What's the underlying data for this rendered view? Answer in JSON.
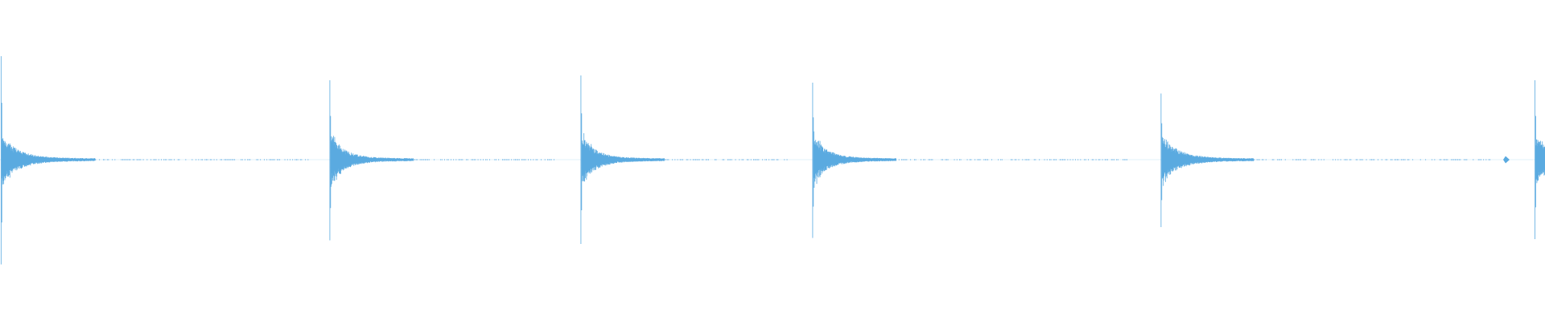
{
  "waveform": {
    "color": "#5aaae0",
    "background": "#ffffff",
    "style": "single-channel waveform, transient spikes with exponential decay",
    "amplitude_range": [
      -1,
      1
    ],
    "duration_fraction_range": [
      0,
      1
    ],
    "transients": [
      {
        "onset": 0.0007,
        "peak_up": 0.86,
        "peak_down": 0.87,
        "decay_tail": 0.026,
        "body": 0.035
      },
      {
        "onset": 0.2135,
        "peak_up": 0.66,
        "peak_down": 0.67,
        "decay_tail": 0.024,
        "body": 0.03
      },
      {
        "onset": 0.376,
        "peak_up": 0.7,
        "peak_down": 0.7,
        "decay_tail": 0.024,
        "body": 0.03
      },
      {
        "onset": 0.526,
        "peak_up": 0.64,
        "peak_down": 0.65,
        "decay_tail": 0.024,
        "body": 0.03
      },
      {
        "onset": 0.7515,
        "peak_up": 0.55,
        "peak_down": 0.56,
        "decay_tail": 0.026,
        "body": 0.034
      },
      {
        "onset": 0.9935,
        "peak_up": 0.66,
        "peak_down": 0.66,
        "decay_tail": 0.012,
        "body": 0.03
      }
    ],
    "residual_noise": [
      {
        "start": 0.04,
        "end": 0.2
      },
      {
        "start": 0.245,
        "end": 0.36
      },
      {
        "start": 0.405,
        "end": 0.51
      },
      {
        "start": 0.56,
        "end": 0.73
      },
      {
        "start": 0.785,
        "end": 0.965
      }
    ],
    "small_blips": [
      {
        "position": 0.9745,
        "amplitude": 0.03
      }
    ]
  }
}
